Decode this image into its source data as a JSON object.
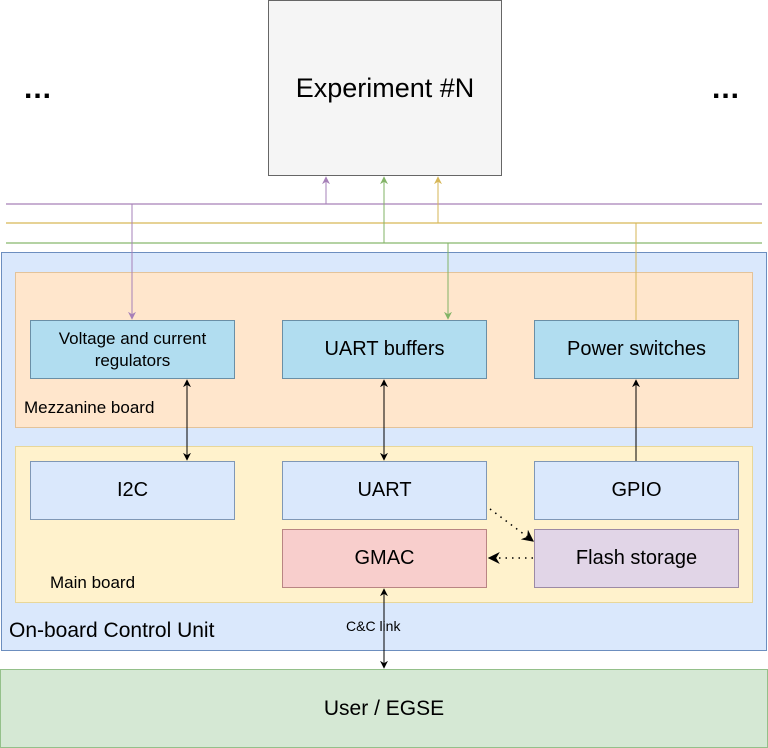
{
  "experiment": {
    "label": "Experiment #N"
  },
  "ellipsis_left": "...",
  "ellipsis_right": "...",
  "bus_colors": {
    "purple": "#a680b8",
    "orange": "#d6b656",
    "green": "#82b366"
  },
  "onboard_control_unit": {
    "label": "On-board Control Unit"
  },
  "mezzanine_board": {
    "label": "Mezzanine board",
    "blocks": [
      {
        "id": "regulators",
        "label": "Voltage and current regulators"
      },
      {
        "id": "uart-buffers",
        "label": "UART buffers"
      },
      {
        "id": "power-switches",
        "label": "Power switches"
      }
    ]
  },
  "main_board": {
    "label": "Main board",
    "blocks": [
      {
        "id": "i2c",
        "label": "I2C"
      },
      {
        "id": "uart",
        "label": "UART"
      },
      {
        "id": "gpio",
        "label": "GPIO"
      },
      {
        "id": "gmac",
        "label": "GMAC"
      },
      {
        "id": "flash",
        "label": "Flash storage"
      }
    ]
  },
  "link": {
    "label": "C&C link"
  },
  "user": {
    "label": "User / EGSE"
  }
}
